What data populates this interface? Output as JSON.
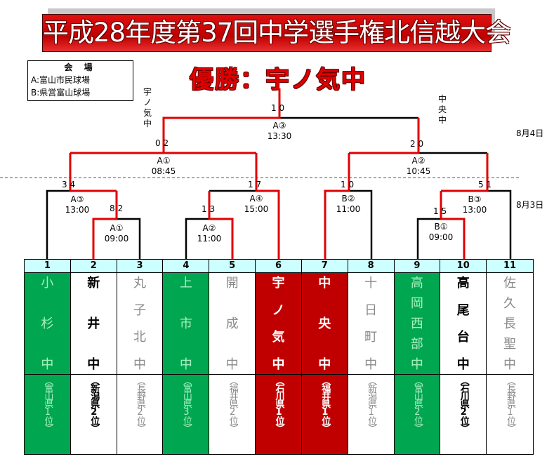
{
  "title": "平成28年度第37回中学選手権北信越大会",
  "winner": "優勝：宇ノ気中",
  "venues": {
    "heading": "会 場",
    "a": "A:富山市民球場",
    "b": "B:県営富山球場"
  },
  "finalists": {
    "left": "宇ノ気中",
    "right": "中央中"
  },
  "dates": {
    "day2": "8月4日",
    "day1": "8月3日"
  },
  "matches": [
    {
      "id": "final",
      "venue": "A③",
      "time": "13:30",
      "score": "1 0"
    },
    {
      "id": "sf1",
      "venue": "A①",
      "time": "08:45",
      "score": "0 2"
    },
    {
      "id": "sf2",
      "venue": "A②",
      "time": "10:45",
      "score": "2 0"
    },
    {
      "id": "qf1",
      "venue": "A③",
      "time": "13:00",
      "score": "3 4"
    },
    {
      "id": "r1a",
      "venue": "A①",
      "time": "09:00",
      "score": "8 2"
    },
    {
      "id": "qf2",
      "venue": "A④",
      "time": "15:00",
      "score": "1 7"
    },
    {
      "id": "r1b",
      "venue": "A②",
      "time": "11:00",
      "score": "1 3"
    },
    {
      "id": "qf3",
      "venue": "B②",
      "time": "11:00",
      "score": "1 0"
    },
    {
      "id": "qf4",
      "venue": "B③",
      "time": "13:00",
      "score": "5 1"
    },
    {
      "id": "r1c",
      "venue": "B①",
      "time": "09:00",
      "score": "1 5"
    }
  ],
  "teams": [
    {
      "num": "1",
      "name": [
        "小",
        "杉",
        "中"
      ],
      "pref": "（富山県1位）",
      "style": "green"
    },
    {
      "num": "2",
      "name": [
        "新",
        "井",
        "中"
      ],
      "pref": "（新潟県2位）",
      "style": "black"
    },
    {
      "num": "3",
      "name": [
        "丸",
        "子",
        "北",
        "中"
      ],
      "pref": "（長野県2位）",
      "style": "grey"
    },
    {
      "num": "4",
      "name": [
        "上",
        "市",
        "中"
      ],
      "pref": "（富山県3位）",
      "style": "green"
    },
    {
      "num": "5",
      "name": [
        "開",
        "成",
        "中"
      ],
      "pref": "（福井県2位）",
      "style": "grey"
    },
    {
      "num": "6",
      "name": [
        "宇",
        "ノ",
        "気",
        "中"
      ],
      "pref": "（石川県1位）",
      "style": "red"
    },
    {
      "num": "7",
      "name": [
        "中",
        "央",
        "中"
      ],
      "pref": "（福井県1位）",
      "style": "red"
    },
    {
      "num": "8",
      "name": [
        "十",
        "日",
        "町",
        "中"
      ],
      "pref": "（新潟県1位）",
      "style": "grey"
    },
    {
      "num": "9",
      "name": [
        "高",
        "岡",
        "西",
        "部",
        "中"
      ],
      "pref": "（富山県2位）",
      "style": "green"
    },
    {
      "num": "10",
      "name": [
        "高",
        "尾",
        "台",
        "中"
      ],
      "pref": "（石川県2位）",
      "style": "black"
    },
    {
      "num": "11",
      "name": [
        "佐",
        "久",
        "長",
        "聖",
        "中"
      ],
      "pref": "（長野県1位）",
      "style": "grey"
    }
  ],
  "colors": {
    "win_line": "#e00000",
    "green": "#00a650",
    "red": "#c00000",
    "header": "#ccffff"
  }
}
